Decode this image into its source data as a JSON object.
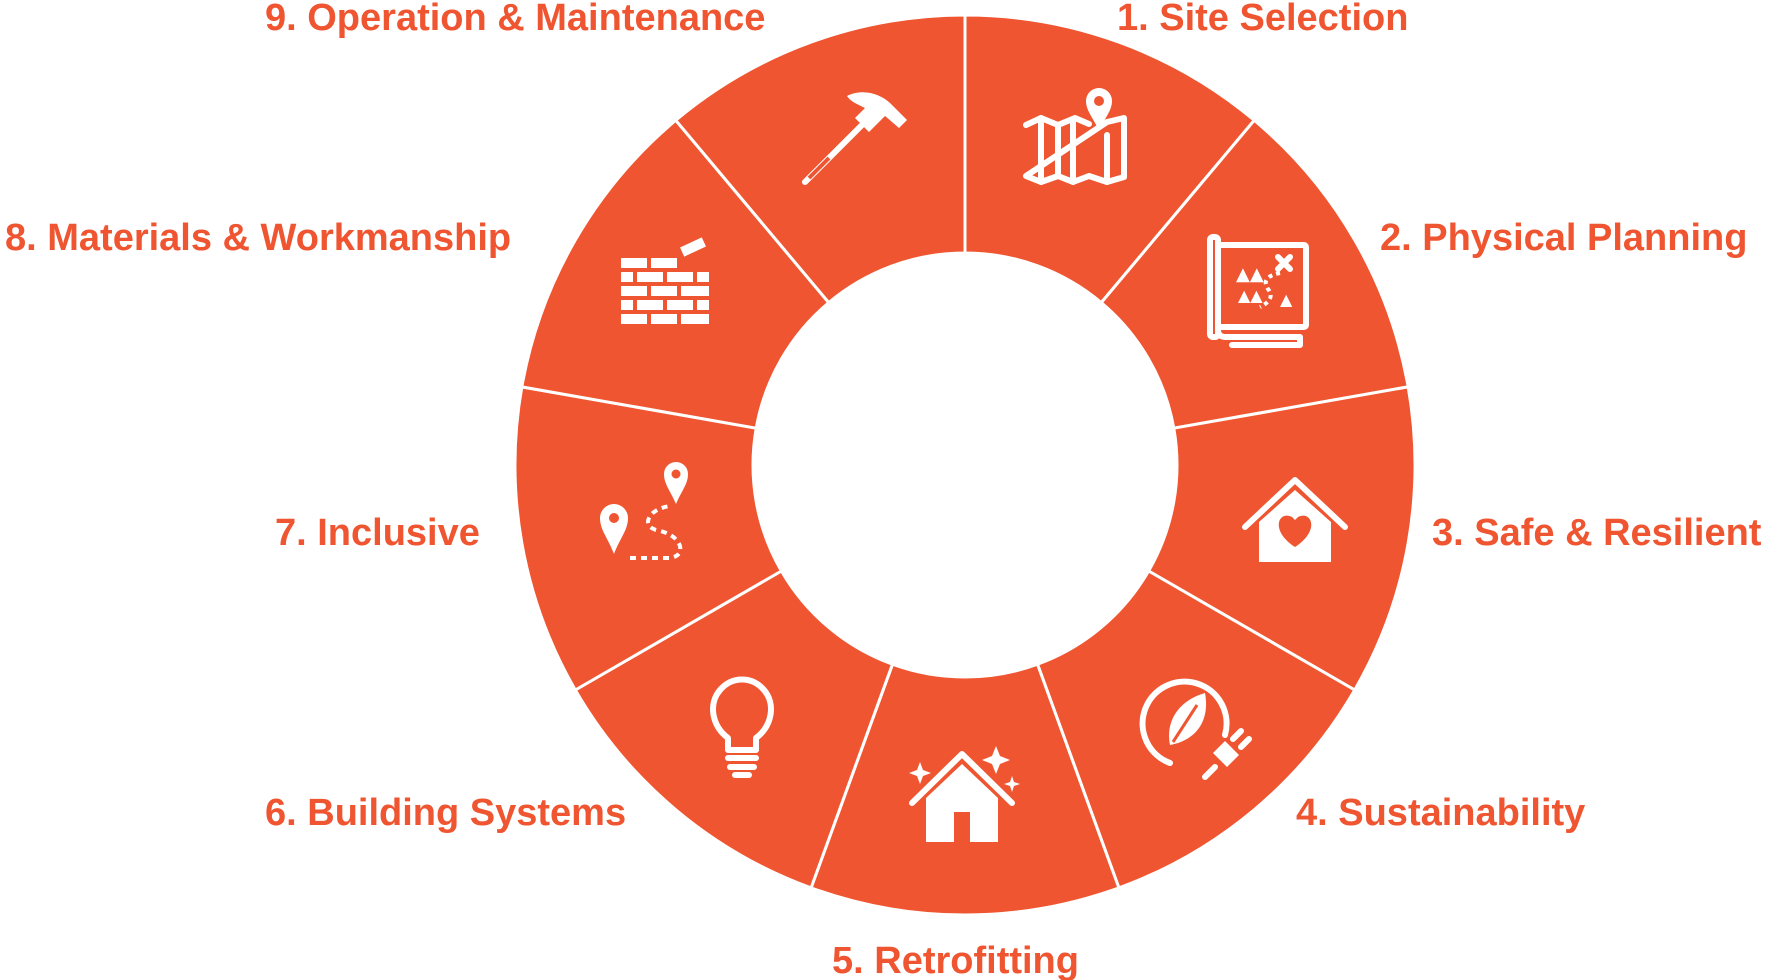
{
  "colors": {
    "segment": "#EF5530",
    "divider": "#ffffff",
    "label": "#EF5530",
    "icon": "#ffffff"
  },
  "segments": [
    {
      "label": "1. Site Selection",
      "icon": "map-pin-icon"
    },
    {
      "label": "2. Physical Planning",
      "icon": "blueprint-icon"
    },
    {
      "label": "3. Safe & Resilient",
      "icon": "house-heart-icon"
    },
    {
      "label": "4. Sustainability",
      "icon": "leaf-plug-icon"
    },
    {
      "label": "5. Retrofitting",
      "icon": "house-sparkle-icon"
    },
    {
      "label": "6. Building Systems",
      "icon": "lightbulb-icon"
    },
    {
      "label": "7. Inclusive",
      "icon": "route-icon"
    },
    {
      "label": "8. Materials & Workmanship",
      "icon": "bricks-icon"
    },
    {
      "label": "9. Operation & Maintenance",
      "icon": "hammer-icon"
    }
  ]
}
